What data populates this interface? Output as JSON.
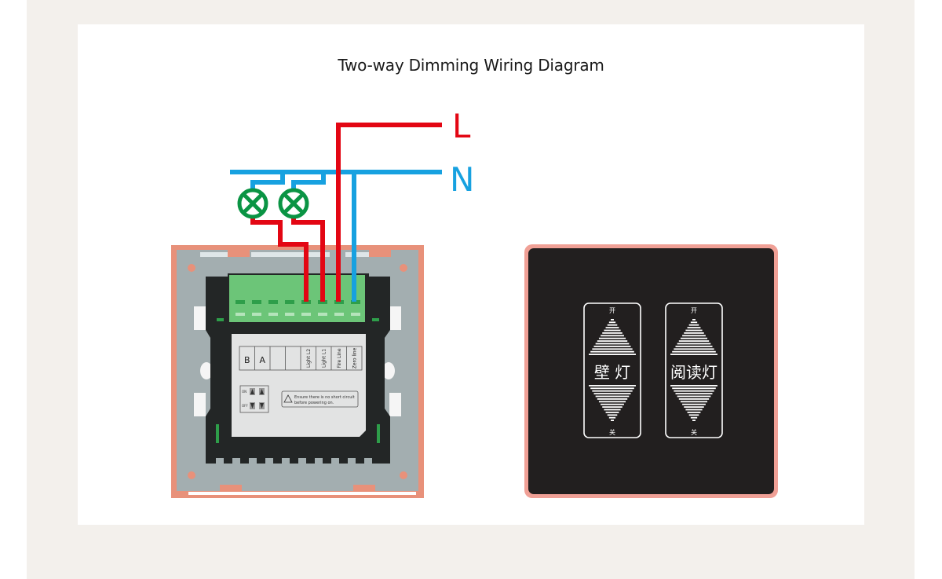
{
  "title": "Two-way Dimming Wiring Diagram",
  "wires": {
    "live": {
      "label": "L",
      "color": "#e30613"
    },
    "neutral": {
      "label": "N",
      "color": "#17a1e0"
    }
  },
  "lamp_color": "#0a9444",
  "back_panel": {
    "frame_color": "#e8917a",
    "plate_color": "#a3aeb0",
    "terminal_color": "#6cc578",
    "label_table": [
      "B",
      "A",
      "",
      "",
      "Light L2",
      "Light L1",
      "Fire Line",
      "Zero line"
    ],
    "key_legend": {
      "on": "ON",
      "off": "OFF"
    },
    "warning": [
      "Ensure there is no short circuit",
      "before powering on."
    ]
  },
  "front_panel": {
    "border_color": "#f0a096",
    "face_color": "#221f1f",
    "buttons": [
      {
        "name": "壁 灯",
        "top": "开",
        "bottom": "关"
      },
      {
        "name": "阅读灯",
        "top": "开",
        "bottom": "关"
      }
    ]
  }
}
